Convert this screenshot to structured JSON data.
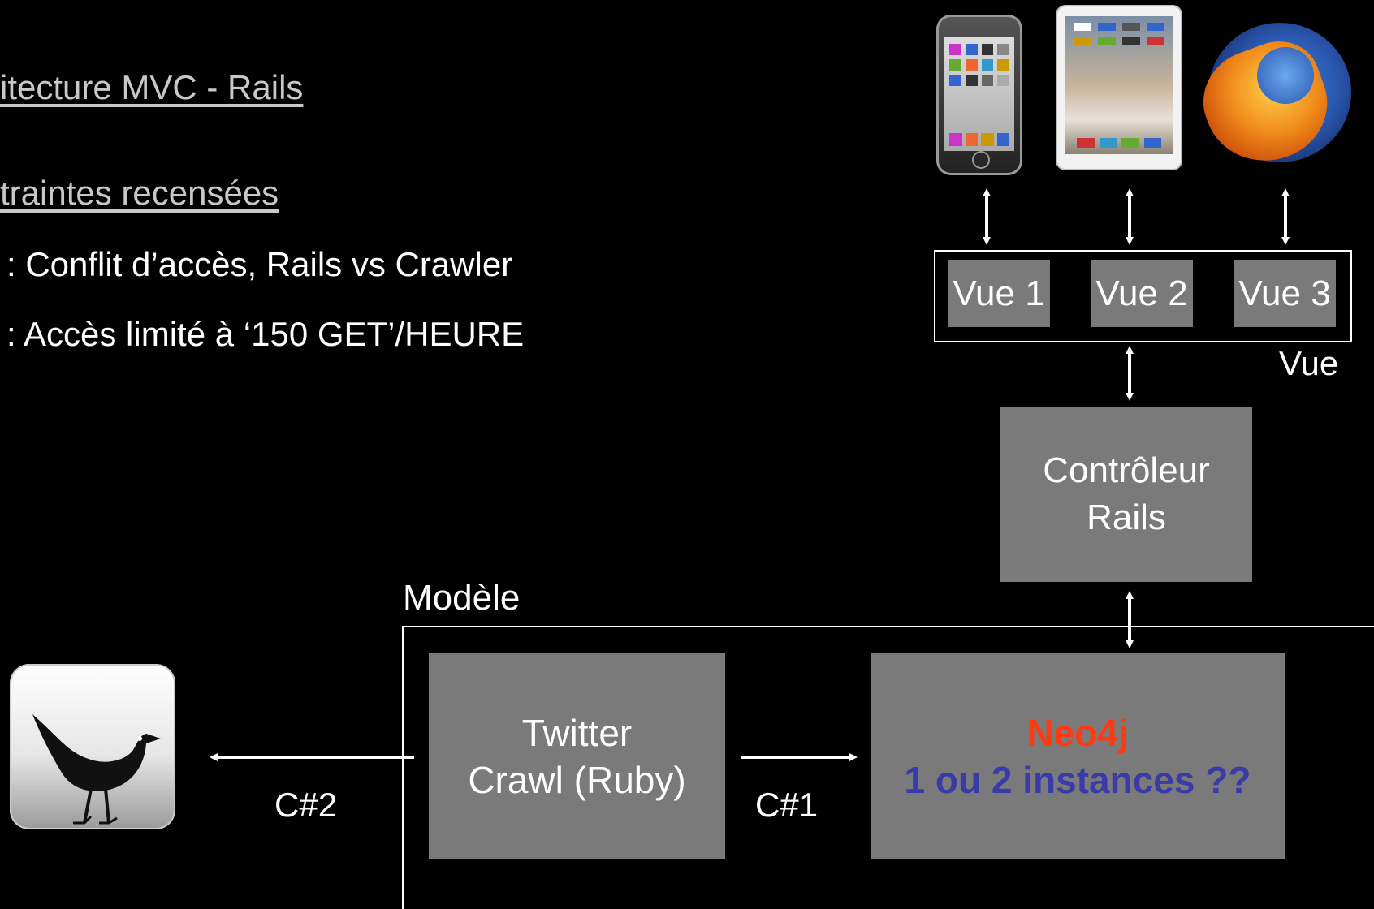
{
  "headings": {
    "mvc": "itecture MVC - Rails",
    "constraints": "traintes recensées"
  },
  "constraints": [
    ": Conflit d’accès, Rails vs Crawler",
    ": Accès limité à ‘150 GET’/HEURE"
  ],
  "views": {
    "items": [
      "Vue 1",
      "Vue 2",
      "Vue 3"
    ],
    "group_label": "Vue",
    "devices": [
      "iphone-icon",
      "ipad-icon",
      "firefox-icon"
    ]
  },
  "controller": {
    "line1": "Contrôleur",
    "line2": "Rails"
  },
  "model": {
    "label": "Modèle",
    "crawler_line1": "Twitter",
    "crawler_line2": "Crawl (Ruby)",
    "db_title": "Neo4j",
    "db_subtitle": "1 ou 2 instances ??"
  },
  "connections": {
    "c1": "C#1",
    "c2": "C#2"
  },
  "colors": {
    "box": "#7a7a7a",
    "neo_title": "#ff3a10",
    "neo_subtitle": "#3a3aa8",
    "heading": "#c8c8c8"
  },
  "icons": [
    "twitter-bird-icon"
  ]
}
